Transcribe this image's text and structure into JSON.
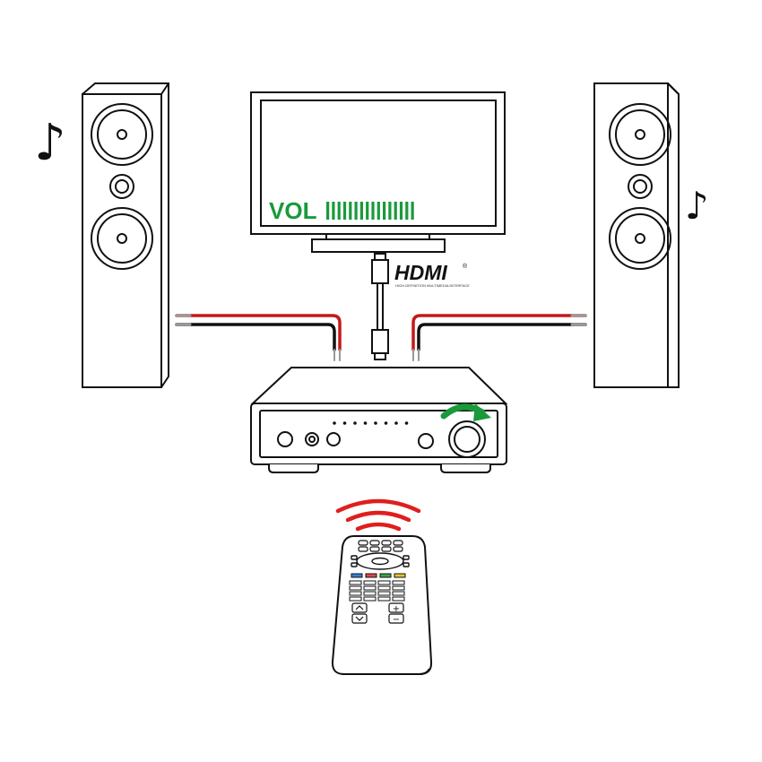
{
  "tv": {
    "volume_label": "VOL",
    "volume_level": 1.0,
    "volume_color": "#1a9a3a"
  },
  "hdmi": {
    "logo_text": "HDMI",
    "registered_mark": "®",
    "tagline": "HIGH-DEFINITION MULTIMEDIA INTERFACE"
  },
  "music_note_glyph": "♪",
  "amplifier": {
    "volume_arrow_color": "#1a9a3a"
  },
  "remote": {
    "signal_color": "#e01e1e",
    "plus_label": "+",
    "minus_label": "−"
  },
  "colors": {
    "outline": "#111111",
    "wire_red": "#c21a1a",
    "wire_black": "#111111",
    "remote_red": "#e04848",
    "remote_green": "#3aa64a",
    "remote_yellow": "#e2c82a",
    "remote_blue": "#3a7ed8"
  }
}
